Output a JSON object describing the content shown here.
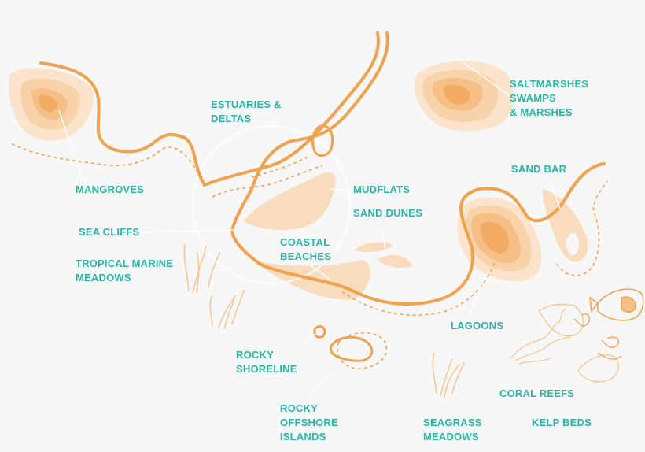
{
  "colors": {
    "background": "#f7f7f7",
    "label": "#2bb5a5",
    "coastline": "#f0a24e",
    "fill_light": "#f9dcbc",
    "fill_mid": "#f6c38c",
    "fill_dark": "#f2a75c",
    "leader_line": "#ffffff"
  },
  "labels": {
    "mangroves": [
      "MANGROVES"
    ],
    "estuaries": [
      "ESTUARIES &",
      "DELTAS"
    ],
    "saltmarshes": [
      "SALTMARSHES",
      "SWAMPS",
      "& MARSHES"
    ],
    "mudflats": [
      "MUDFLATS"
    ],
    "sand_dunes": [
      "SAND DUNES"
    ],
    "sand_bar": [
      "SAND BAR"
    ],
    "sea_cliffs": [
      "SEA CLIFFS"
    ],
    "coastal_beaches": [
      "COASTAL",
      "BEACHES"
    ],
    "tropical_marine_meadows": [
      "TROPICAL MARINE",
      "MEADOWS"
    ],
    "lagoons": [
      "LAGOONS"
    ],
    "rocky_shoreline": [
      "ROCKY",
      "SHORELINE"
    ],
    "coral_reefs": [
      "CORAL REEFS"
    ],
    "rocky_offshore_islands": [
      "ROCKY",
      "OFFSHORE",
      "ISLANDS"
    ],
    "seagrass_meadows": [
      "SEAGRASS",
      "MEADOWS"
    ],
    "kelp_beds": [
      "KELP BEDS"
    ]
  },
  "icons": [
    "seagrass-icon",
    "coral-icon",
    "kelp-icon",
    "fish-icon"
  ]
}
